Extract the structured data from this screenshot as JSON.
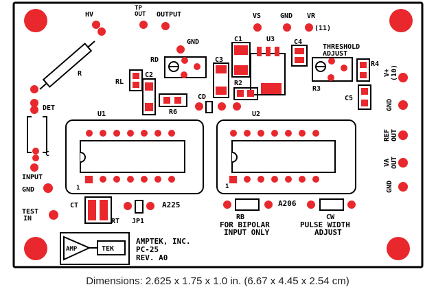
{
  "colors": {
    "pad": "#e8282d",
    "silk": "#000000",
    "board": "#ffffff"
  },
  "labels": {
    "hv": "HV",
    "tp_out": "TP\nOUT",
    "output": "OUTPUT",
    "vs": "VS",
    "gnd": "GND",
    "vr": "VR",
    "eleven": "(11)",
    "gnd_top": "GND",
    "c1": "C1",
    "u3": "U3",
    "c4": "C4",
    "threshold_adjust": "THRESHOLD\nADJUST",
    "r_big": "R",
    "rd": "RD",
    "c2": "C2",
    "rl": "RL",
    "c3": "C3",
    "r2": "R2",
    "r4": "R4",
    "r3": "R3",
    "c5": "C5",
    "r6": "R6",
    "cd": "CD",
    "det": "DET",
    "u1": "U1",
    "u2": "U2",
    "c": "C",
    "input": "INPUT",
    "gnd_left": "GND",
    "test_in": "TEST\nIN",
    "one_u1": "1",
    "one_u2": "1",
    "ct": "CT",
    "rt": "RT",
    "jp1": "JP1",
    "a225": "A225",
    "rb": "RB",
    "a206": "A206",
    "cw": "CW",
    "for_bipolar": "FOR BIPOLAR\nINPUT ONLY",
    "pulse_width": "PULSE WIDTH\nADJUST",
    "v_plus": "V+\n(10)",
    "gnd_right1": "GND",
    "ref_out": "REF\nOUT",
    "va_out": "VA\nOUT",
    "gnd_right2": "GND",
    "amptek_logo_left": "AMP",
    "amptek_logo_right": "TEK",
    "company": "AMPTEK, INC.",
    "model": "PC-25",
    "rev": "REV. A0"
  },
  "caption": "Dimensions: 2.625 x 1.75 x 1.0 in. (6.67 x 4.45 x 2.54 cm)"
}
